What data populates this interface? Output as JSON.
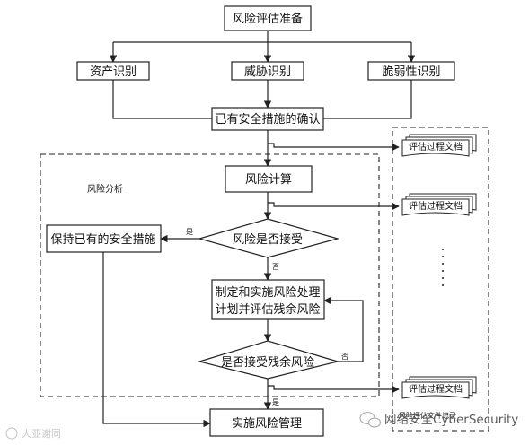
{
  "nodes": {
    "prepare": "风险评估准备",
    "asset": "资产识别",
    "threat": "威胁识别",
    "vuln": "脆弱性识别",
    "confirm": "已有安全措施的确认",
    "calc": "风险计算",
    "accept": "风险是否接受",
    "keep": "保持已有的安全措施",
    "plan_line1": "制定和实施风险处理",
    "plan_line2": "计划并评估残余风险",
    "residual": "是否接受残余风险",
    "manage": "实施风险管理"
  },
  "labels": {
    "analysis_group": "风险分析",
    "yes": "是",
    "no": "否",
    "records_group": "风险评估文件记录",
    "doc": "评估过程文档",
    "ellipsis": "⋮"
  },
  "watermarks": {
    "left": "大亚谢同",
    "right": "网络安全CyberSecurity"
  }
}
